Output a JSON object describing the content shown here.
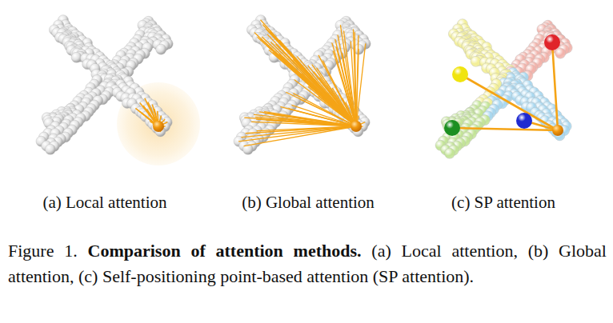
{
  "diagram": {
    "caption": "Figure 1. Comparison of attention methods. (a) Local attention, (b) Global attention, (c) Self-positioning point-based attention (SP attention).",
    "labels": [
      "(a) Local attention",
      "(b) Global attention",
      "(c) SP attention"
    ]
  }
}
